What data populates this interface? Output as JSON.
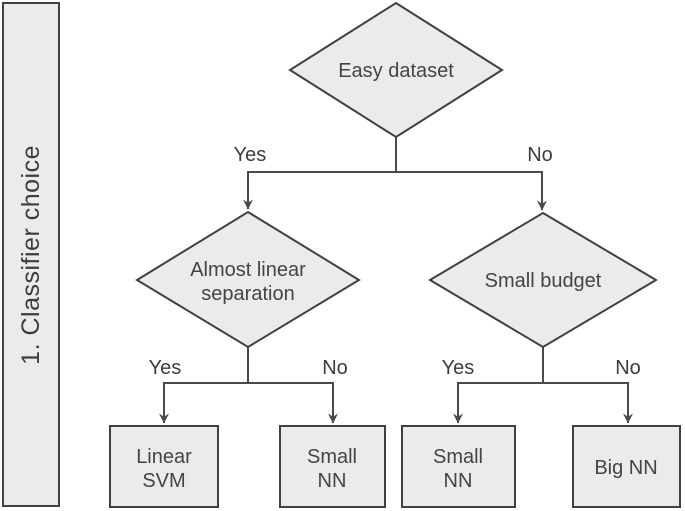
{
  "sidebar": {
    "label": "1. Classifier choice"
  },
  "colors": {
    "node_fill": "#ebebeb",
    "node_stroke": "#404040",
    "edge_line": "#4a4a4a",
    "text": "#3d3d3d"
  },
  "nodes": {
    "root": {
      "label": "Easy dataset"
    },
    "almost_linear": {
      "line1": "Almost linear",
      "line2": "separation"
    },
    "small_budget": {
      "label": "Small budget"
    },
    "linear_svm": {
      "line1": "Linear",
      "line2": "SVM"
    },
    "small_nn_left": {
      "line1": "Small",
      "line2": "NN"
    },
    "small_nn_right": {
      "line1": "Small",
      "line2": "NN"
    },
    "big_nn": {
      "label": "Big NN"
    }
  },
  "edge_labels": {
    "root_yes": "Yes",
    "root_no": "No",
    "almost_linear_yes": "Yes",
    "almost_linear_no": "No",
    "small_budget_yes": "Yes",
    "small_budget_no": "No"
  }
}
